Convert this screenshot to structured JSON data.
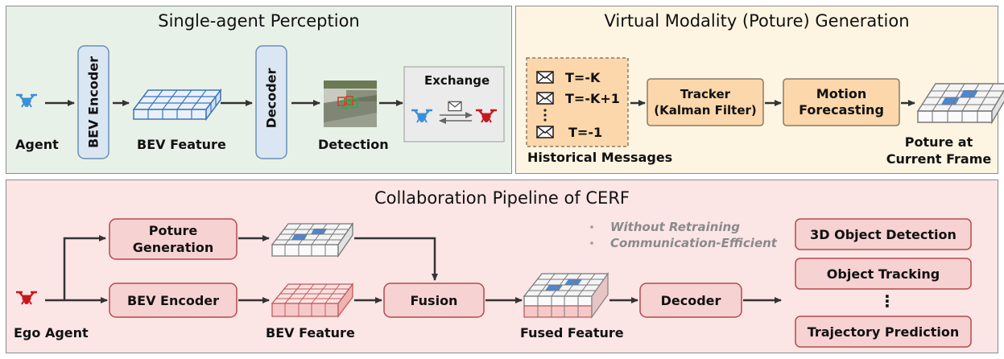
{
  "top_left": {
    "title": "Single-agent Perception",
    "agent": "Agent",
    "bev_encoder": "BEV Encoder",
    "bev_feature": "BEV Feature",
    "decoder": "Decoder",
    "detection": "Detection",
    "exchange": "Exchange"
  },
  "top_right": {
    "title": "Virtual Modality (Poture) Generation",
    "messages": [
      "T=-K",
      "T=-K+1",
      "T=-1"
    ],
    "historical": "Historical Messages",
    "tracker_line1": "Tracker",
    "tracker_line2": "(Kalman Filter)",
    "motion_line1": "Motion",
    "motion_line2": "Forecasting",
    "poture_line1": "Poture at",
    "poture_line2": "Current Frame"
  },
  "bottom": {
    "title": "Collaboration Pipeline of CERF",
    "poture_gen_line1": "Poture",
    "poture_gen_line2": "Generation",
    "bev_encoder": "BEV Encoder",
    "fusion": "Fusion",
    "decoder": "Decoder",
    "ego_agent": "Ego Agent",
    "bev_feature": "BEV Feature",
    "fused_feature": "Fused Feature",
    "notes": [
      "Without Retraining",
      "Communication-Efficient"
    ],
    "tasks": [
      "3D Object Detection",
      "Object Tracking",
      "Trajectory Prediction"
    ],
    "ellipsis": "⋮"
  },
  "colors": {
    "green_panel": "#e8f1e8",
    "yellow_panel": "#fdf5e2",
    "red_panel": "#fbe5e5",
    "blue_box": "#dbe6f3",
    "orange_box": "#fbd7ab",
    "red_box": "#f7d2d2",
    "blue_drone": "#3a8fd9",
    "red_drone": "#c8161d"
  }
}
